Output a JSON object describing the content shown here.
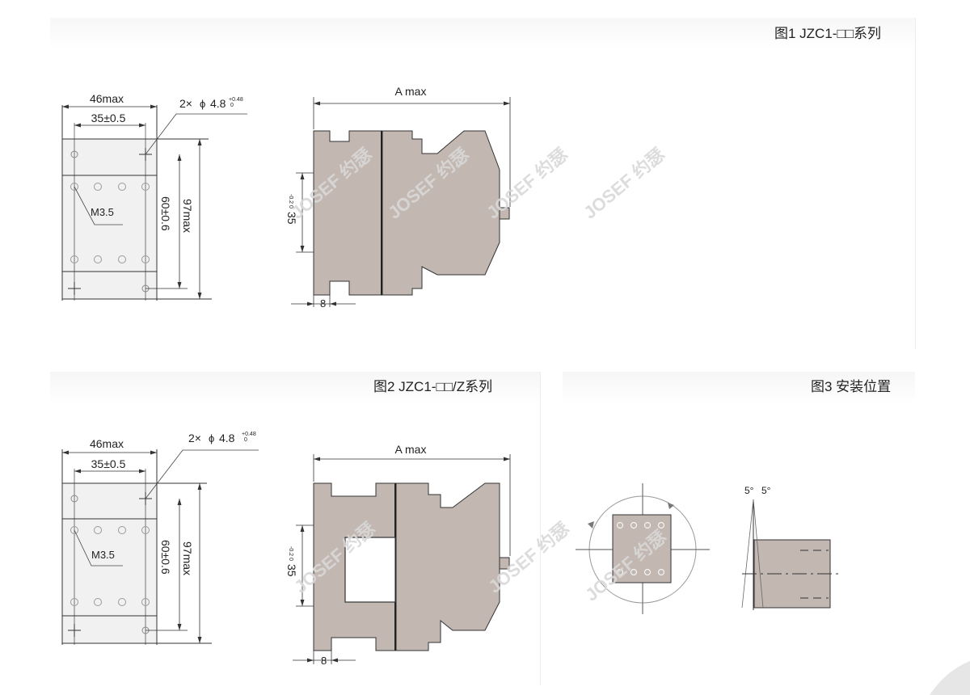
{
  "captions": {
    "fig1": "图1 JZC1-□□系列",
    "fig2": "图2 JZC1-□□/Z系列",
    "fig3": "图3 安装位置"
  },
  "fig1": {
    "width_max": "46max",
    "hole_pitch": "35±0.5",
    "hole_spec_prefix": "2×",
    "hole_spec_phi": "ϕ",
    "hole_spec_value": "4.8",
    "hole_tol_upper": "+0.48",
    "hole_tol_lower": "0",
    "screw": "M3.5",
    "height_pitch": "60±0.6",
    "height_max": "97max",
    "depth_max": "A max",
    "rail": "35",
    "rail_tol": "-0.2\n0",
    "offset": "8"
  },
  "fig2": {
    "width_max": "46max",
    "hole_pitch": "35±0.5",
    "hole_spec_prefix": "2×",
    "hole_spec_phi": "ϕ",
    "hole_spec_value": "4.8",
    "hole_tol_upper": "+0.48",
    "hole_tol_lower": "0",
    "screw": "M3.5",
    "height_pitch": "60±0.6",
    "height_max": "97max",
    "depth_max": "A max",
    "rail": "35",
    "offset": "8"
  },
  "fig3": {
    "angle_left": "5°",
    "angle_right": "5°"
  },
  "watermark": "JOSEF 约瑟",
  "colors": {
    "body_fill": "#c2b7b1",
    "front_fill": "#f1f1f1",
    "line": "#333333"
  }
}
